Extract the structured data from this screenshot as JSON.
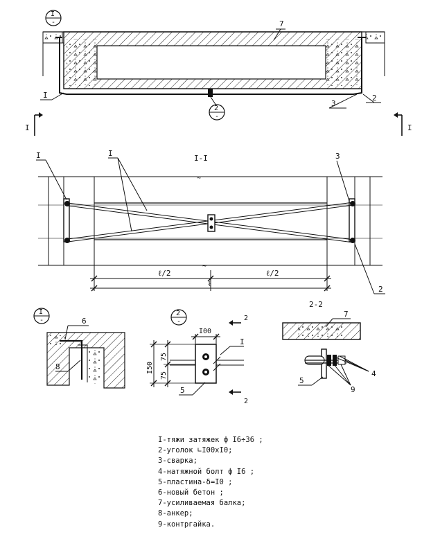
{
  "labels": {
    "view_top_beam": "7",
    "callout_1": "I",
    "callout_1_sub": "-",
    "callout_2": "2",
    "callout_2_sub": "-",
    "item_1": "I",
    "item_2": "2",
    "item_3": "3",
    "section_mark": "I",
    "section_title": "I-I",
    "dim_half": "ℓ/2",
    "dim_full": "ℓ",
    "detail1_6": "6",
    "detail1_8": "8",
    "detail2_100": "I00",
    "detail2_150": "I50",
    "detail2_75a": "75",
    "detail2_75b": "75",
    "detail2_I": "I",
    "detail2_5": "5",
    "cut_2": "2",
    "section22_title": "2-2",
    "section22_7": "7",
    "section22_4": "4",
    "section22_5": "5",
    "section22_9": "9"
  },
  "legend": [
    "I-тяжи затяжек ф I6÷36 ;",
    "2-уголок ∟I00xI0;",
    "3-сварка;",
    "4-натяжной болт ф I6 ;",
    "5-пластина-δ=I0 ;",
    "6-новый бетон ;",
    "7-усиливаемая балка;",
    "8-анкер;",
    "9-контргайка."
  ]
}
